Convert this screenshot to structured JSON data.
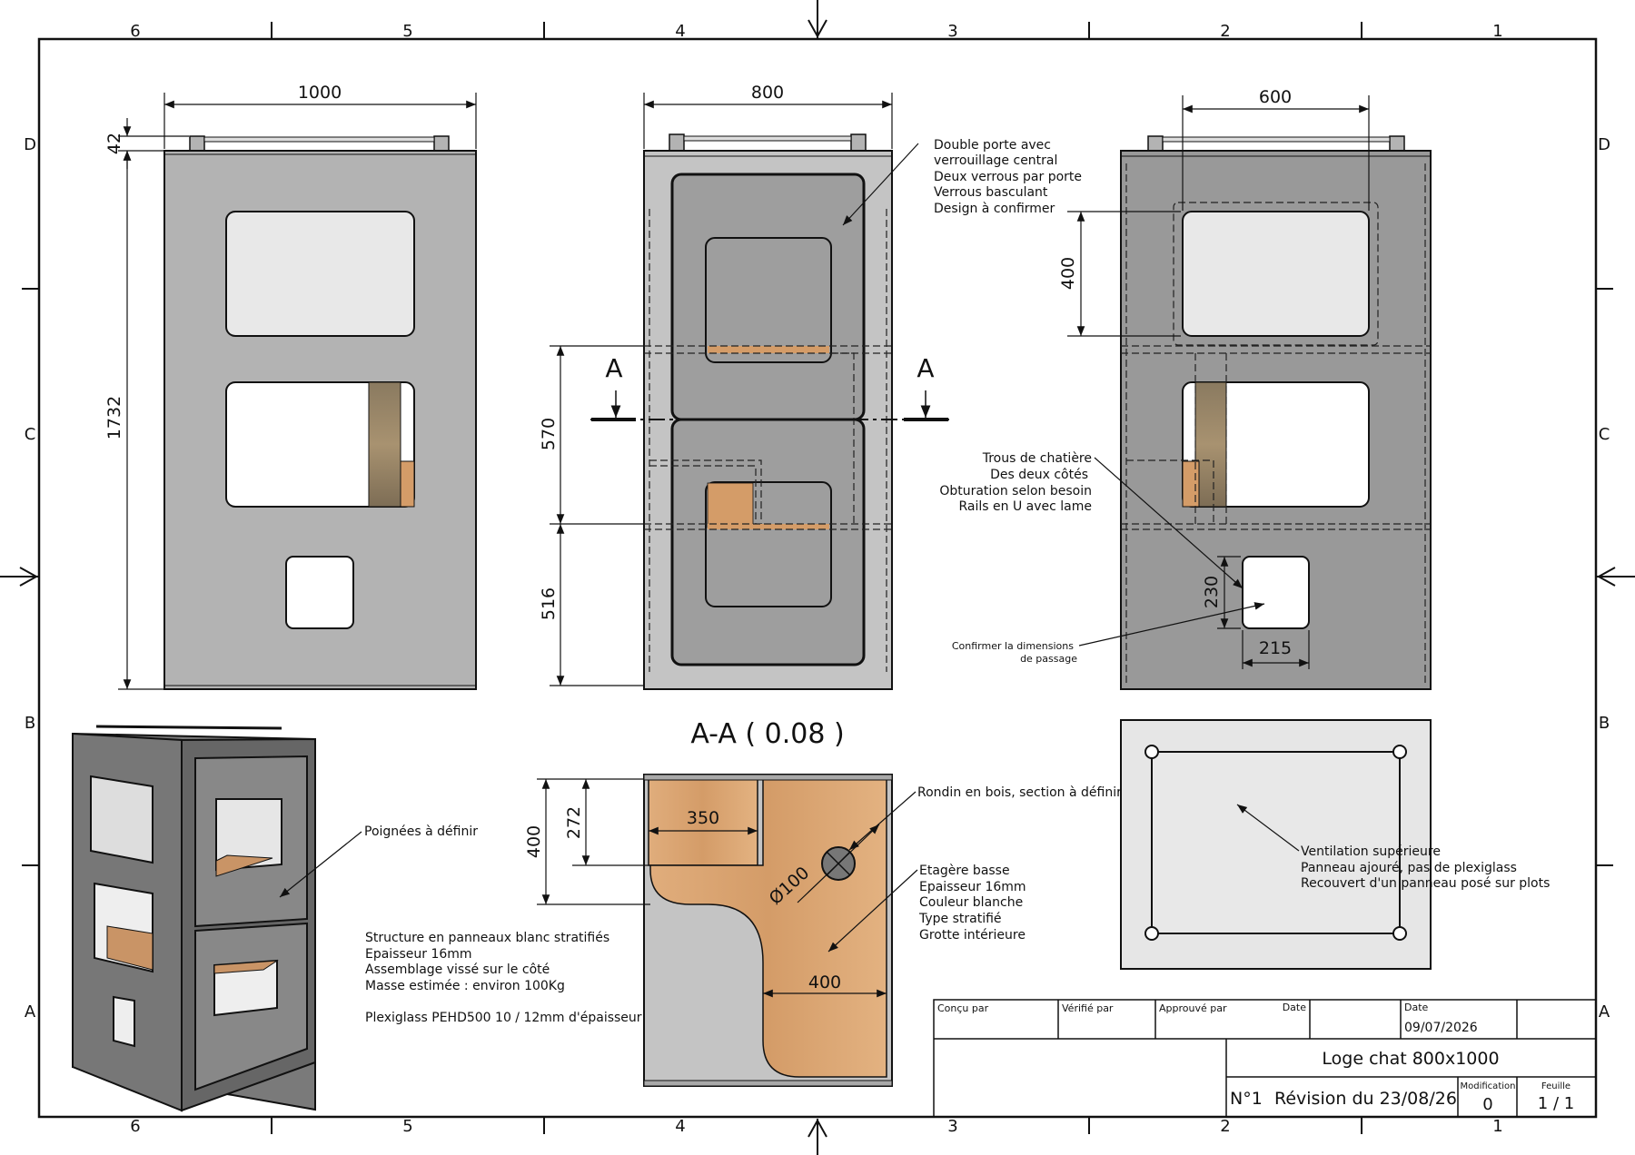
{
  "border": {
    "cols_top": [
      "6",
      "5",
      "4",
      "3",
      "2",
      "1"
    ],
    "cols_bottom": [
      "6",
      "5",
      "4",
      "3",
      "2",
      "1"
    ],
    "rows": [
      "D",
      "C",
      "B",
      "A"
    ]
  },
  "views": {
    "front": {
      "width": "1000",
      "top": "42",
      "height": "1732"
    },
    "middle": {
      "width": "800",
      "h_upper": "570",
      "h_lower": "516",
      "section_mark": "A"
    },
    "side": {
      "width": "600",
      "h_window": "400",
      "hole_h": "230",
      "hole_w": "215"
    },
    "section": {
      "title": "A-A ( 0.08 )",
      "d400": "400",
      "d272": "272",
      "d350": "350",
      "diameter": "Ø100",
      "d400b": "400"
    }
  },
  "notes": {
    "double_door": [
      "Double porte avec",
      "verrouillage central",
      "Deux verrous par porte",
      "Verrous basculant",
      "Design à confirmer"
    ],
    "chatiere": [
      "Trous de chatière",
      "Des deux côtés",
      "Obturation selon besoin",
      "Rails en U avec lame"
    ],
    "confirm": [
      "Confirmer la dimensions",
      "de passage"
    ],
    "handles": "Poignées à définir",
    "rondin": "Rondin en bois, section à définir",
    "etagere": [
      "Etagère basse",
      "Epaisseur 16mm",
      "Couleur blanche",
      "Type stratifié",
      "Grotte intérieure"
    ],
    "structure": [
      "Structure en panneaux blanc stratifiés",
      "Epaisseur 16mm",
      "Assemblage vissé sur le côté",
      "Masse estimée : environ 100Kg"
    ],
    "plexi": "Plexiglass PEHD500 10 / 12mm d'épaisseur",
    "ventilation": [
      "Ventilation supérieure",
      "Panneau ajouré, pas de plexiglass",
      "Recouvert d'un panneau posé sur plots"
    ]
  },
  "title_block": {
    "concu": "Conçu par",
    "verifie": "Vérifié par",
    "approuve": "Approuvé par",
    "date_label": "Date",
    "date_label2": "Date",
    "date_value": "09/07/2026",
    "title": "Loge chat 800x1000",
    "number": "N°1",
    "revision": "Révision du 23/08/26",
    "modification_label": "Modification",
    "modification_value": "0",
    "feuille_label": "Feuille",
    "feuille_value": "1 / 1"
  },
  "colors": {
    "panel": "#b3b3b3",
    "panel_dark": "#999999",
    "wood": "#d9a574",
    "glass": "#e8e8e8"
  }
}
